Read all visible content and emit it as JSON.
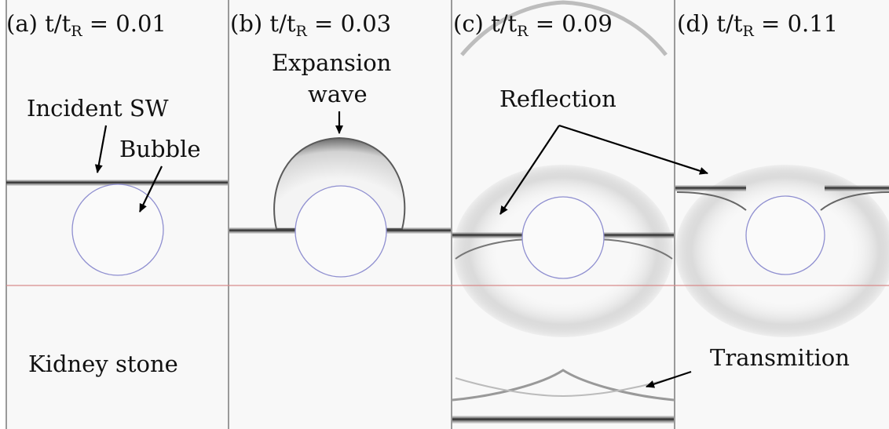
{
  "panels": [
    {
      "id": "a",
      "prefix": "(a)",
      "time_var": "t/t",
      "time_sub": "R",
      "equals": "=",
      "value": "0.01"
    },
    {
      "id": "b",
      "prefix": "(b)",
      "time_var": "t/t",
      "time_sub": "R",
      "equals": "=",
      "value": "0.03"
    },
    {
      "id": "c",
      "prefix": "(c)",
      "time_var": "t/t",
      "time_sub": "R",
      "equals": "=",
      "value": "0.09"
    },
    {
      "id": "d",
      "prefix": "(d)",
      "time_var": "t/t",
      "time_sub": "R",
      "equals": "=",
      "value": "0.11"
    }
  ],
  "annotations": {
    "incident_sw": "Incident SW",
    "bubble": "Bubble",
    "kidney_stone": "Kidney stone",
    "expansion": "Expansion",
    "wave": "wave",
    "reflection": "Reflection",
    "transmition": "Transmition"
  },
  "colors": {
    "background": "#f8f8f8",
    "shock_front": "#2b2b2b",
    "bubble_outline": "#8f8fd0",
    "interface_line": "#d88a8a",
    "panel_border": "#9a9a9a"
  }
}
